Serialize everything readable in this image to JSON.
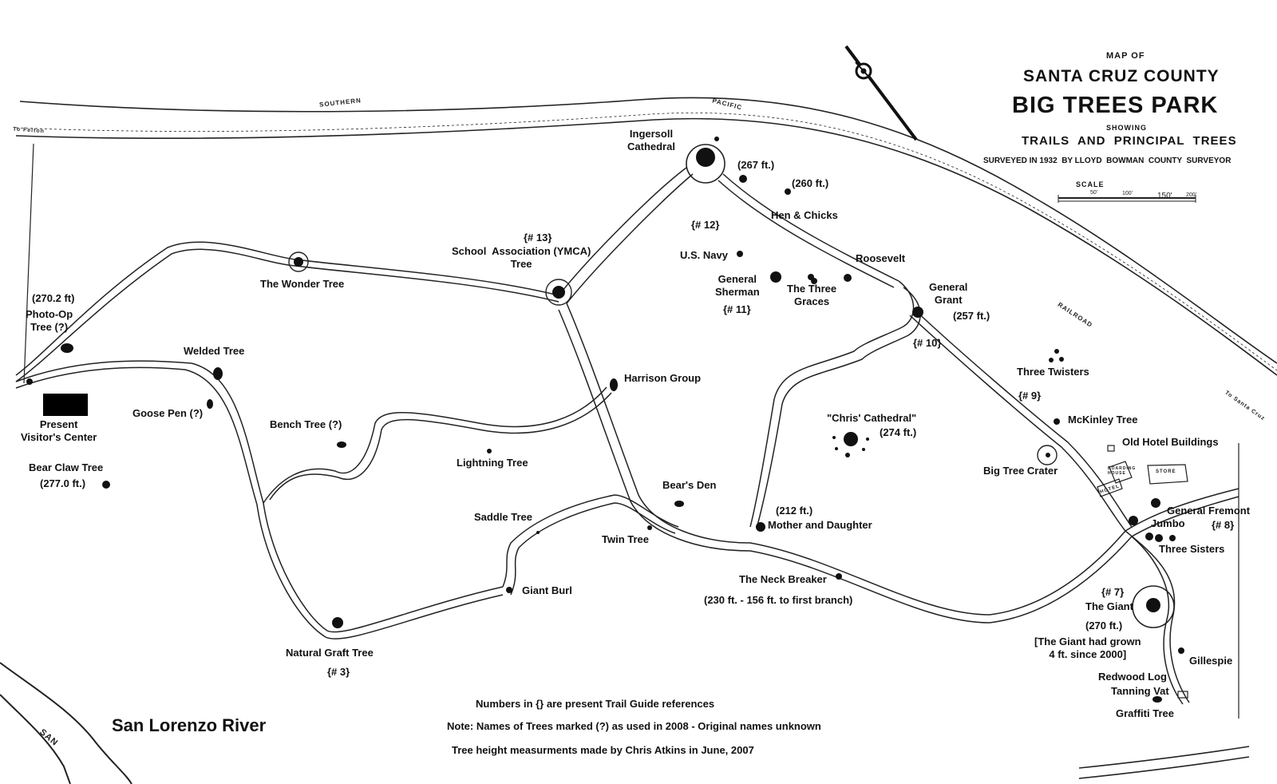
{
  "title": {
    "line1": "MAP OF",
    "line2": "SANTA CRUZ COUNTY",
    "line3": "BIG TREES PARK",
    "line4": "SHOWING",
    "line5": "TRAILS  AND  PRINCIPAL  TREES",
    "line6": "SURVEYED IN 1932  BY LLOYD  BOWMAN  COUNTY  SURVEYOR"
  },
  "scale": {
    "label": "SCALE",
    "ticks": [
      "50'",
      "100'",
      "150'",
      "200'"
    ]
  },
  "railroad": {
    "w1": "SOUTHERN",
    "w2": "PACIFIC",
    "w3": "RAILROAD",
    "left_end": "To Felton",
    "right_end": "To Santa Cruz"
  },
  "river": {
    "name": "San Lorenzo River",
    "bank_word": "SAN"
  },
  "labels": {
    "ingersoll": "Ingersoll\nCathedral",
    "h267": "(267 ft.)",
    "h260": "(260 ft.)",
    "hen_chicks": "Hen & Chicks",
    "ref12": "{# 12}",
    "ref13": "{# 13}",
    "school": "School  Association (YMCA)\nTree",
    "usnavy": "U.S. Navy",
    "roosevelt": "Roosevelt",
    "sherman": "General\nSherman",
    "ref11": "{# 11}",
    "graces": "The Three\nGraces",
    "grant": "General\nGrant",
    "h257": "(257 ft.)",
    "wonder": "The Wonder Tree",
    "h270_2": "(270.2 ft)",
    "photoop": "Photo-Op\nTree (?)",
    "welded": "Welded Tree",
    "ref10": "{# 10}",
    "twisters": "Three Twisters",
    "harrison": "Harrison Group",
    "gooseptn": "Goose Pen (?)",
    "visitor": "Present\nVisitor's Center",
    "bench": "Bench Tree (?)",
    "ref9": "{# 9}",
    "mckinley": "McKinley Tree",
    "chris": "\"Chris' Cathedral\"",
    "h274": "(274 ft.)",
    "hotel_bldgs": "Old Hotel Buildings",
    "lightning": "Lightning Tree",
    "crater": "Big Tree Crater",
    "bearclaw": "Bear Claw Tree",
    "h277": "(277.0 ft.)",
    "bearsden": "Bear's Den",
    "saddle": "Saddle Tree",
    "h212": "(212 ft.)",
    "mother": "Mother and Daughter",
    "fremont": "General Fremont",
    "jumbo": "Jumbo",
    "ref8": "{# 8}",
    "twin": "Twin Tree",
    "sisters": "Three Sisters",
    "neck": "The Neck Breaker",
    "neck_h": "(230 ft. - 156 ft. to first branch)",
    "burl": "Giant Burl",
    "ref7": "{# 7}",
    "giant": "The Giant",
    "h270": "(270 ft.)",
    "giant_note": "[The Giant had grown\n4 ft. since 2000]",
    "natural": "Natural Graft Tree",
    "ref3": "{# 3}",
    "gillespie": "Gillespie",
    "redwood": "Redwood Log",
    "tanning": "Tanning Vat",
    "graffiti": "Graffiti Tree",
    "hotel": "HOTEL",
    "boarding": "BOARDING\nHOUSE",
    "store": "STORE"
  },
  "notes": {
    "n1": "Numbers in {} are present Trail Guide references",
    "n2": "Note: Names of Trees marked (?) as used in 2008 - Original names unknown",
    "n3": "Tree height measurments made by Chris Atkins in June, 2007"
  },
  "colors": {
    "ink": "#111111",
    "paper": "#ffffff",
    "visitor_box": "#000000"
  },
  "icons": [
    "north-arrow-icon"
  ]
}
